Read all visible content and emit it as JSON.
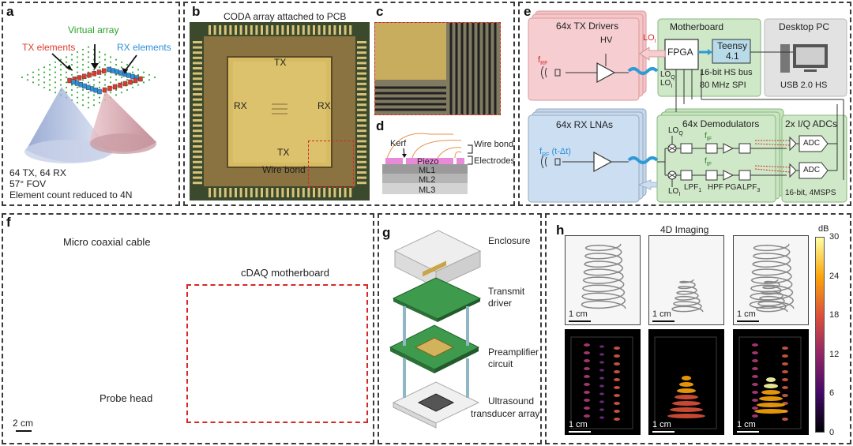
{
  "panels": {
    "a": {
      "label": "a",
      "virtual_array": "Virtual array",
      "tx_elements": "TX elements",
      "rx_elements": "RX elements",
      "line1": "64 TX, 64 RX",
      "line2": "57° FOV",
      "line3": "Element count reduced to 4N",
      "colors": {
        "tx": "#e03a2c",
        "rx": "#2f8fd8",
        "virtual": "#2ca02c"
      }
    },
    "b": {
      "label": "b",
      "title": "CODA array attached to PCB",
      "tx_top": "TX",
      "tx_bottom": "TX",
      "rx_left": "RX",
      "rx_right": "RX",
      "wire_bond": "Wire bond"
    },
    "c": {
      "label": "c"
    },
    "d": {
      "label": "d",
      "kerf": "Kerf",
      "wire_bond": "Wire bond",
      "piezo": "Piezo",
      "electrodes": "Electrodes",
      "ml1": "ML1",
      "ml2": "ML2",
      "ml3": "ML3"
    },
    "e": {
      "label": "e",
      "tx_drivers": "64x TX Drivers",
      "hv": "HV",
      "f_rf": "f",
      "f_rf_sub": "RF",
      "lo_i_top": "LO",
      "lo_i_top_sub": "I",
      "motherboard": "Motherboard",
      "fpga": "FPGA",
      "teensy": "Teensy",
      "teensy_ver": "4.1",
      "lo_q": "LO",
      "lo_q_sub": "Q",
      "lo_i": "LO",
      "lo_i_sub": "I",
      "hs_bus": "16-bit HS bus",
      "spi": "80 MHz SPI",
      "desktop": "Desktop PC",
      "usb": "USB 2.0 HS",
      "rx_lnas": "64x RX LNAs",
      "f_rf_dt": "(t-Δt)",
      "demodulators": "64x Demodulators",
      "adcs": "2x I/Q ADCs",
      "dem_lo_q": "LO",
      "dem_lo_q_sub": "Q",
      "dem_lo_i": "LO",
      "dem_lo_i_sub": "I",
      "f_if_a": "f",
      "f_if_a_sub": "IF",
      "f_if_b": "f",
      "f_if_b_sub": "IF",
      "lpf1": "LPF",
      "lpf1_sub": "1",
      "hpf": "HPF",
      "pga": "PGA",
      "lpf3": "LPF",
      "lpf3_sub": "3",
      "adc1": "ADC",
      "adc2": "ADC",
      "adc_spec": "16-bit, 4MSPS",
      "colors": {
        "tx_box": "#f6c9cb",
        "rx_box": "#c9dcf2",
        "mb_box": "#cfe8c8",
        "pc_box": "#e2e2e2",
        "blue": "#2f9bd6"
      }
    },
    "f": {
      "label": "f",
      "cable": "Micro coaxial cable",
      "motherboard": "cDAQ motherboard",
      "probe": "Probe head",
      "scale": "2 cm"
    },
    "g": {
      "label": "g",
      "enclosure": "Enclosure",
      "transmit": "Transmit",
      "driver": "driver",
      "preamp": "Preamplifier",
      "circuit": "circuit",
      "ultrasound": "Ultrasound",
      "transducer": "transducer array"
    },
    "h": {
      "label": "h",
      "title": "4D Imaging",
      "scale1": "1 cm",
      "scale2": "1 cm",
      "scale3": "1 cm",
      "scale4": "1 cm",
      "scale5": "1 cm",
      "scale6": "1 cm",
      "cbar_unit": "dB",
      "cbar_ticks": [
        "30",
        "24",
        "18",
        "12",
        "6",
        "0"
      ]
    }
  }
}
